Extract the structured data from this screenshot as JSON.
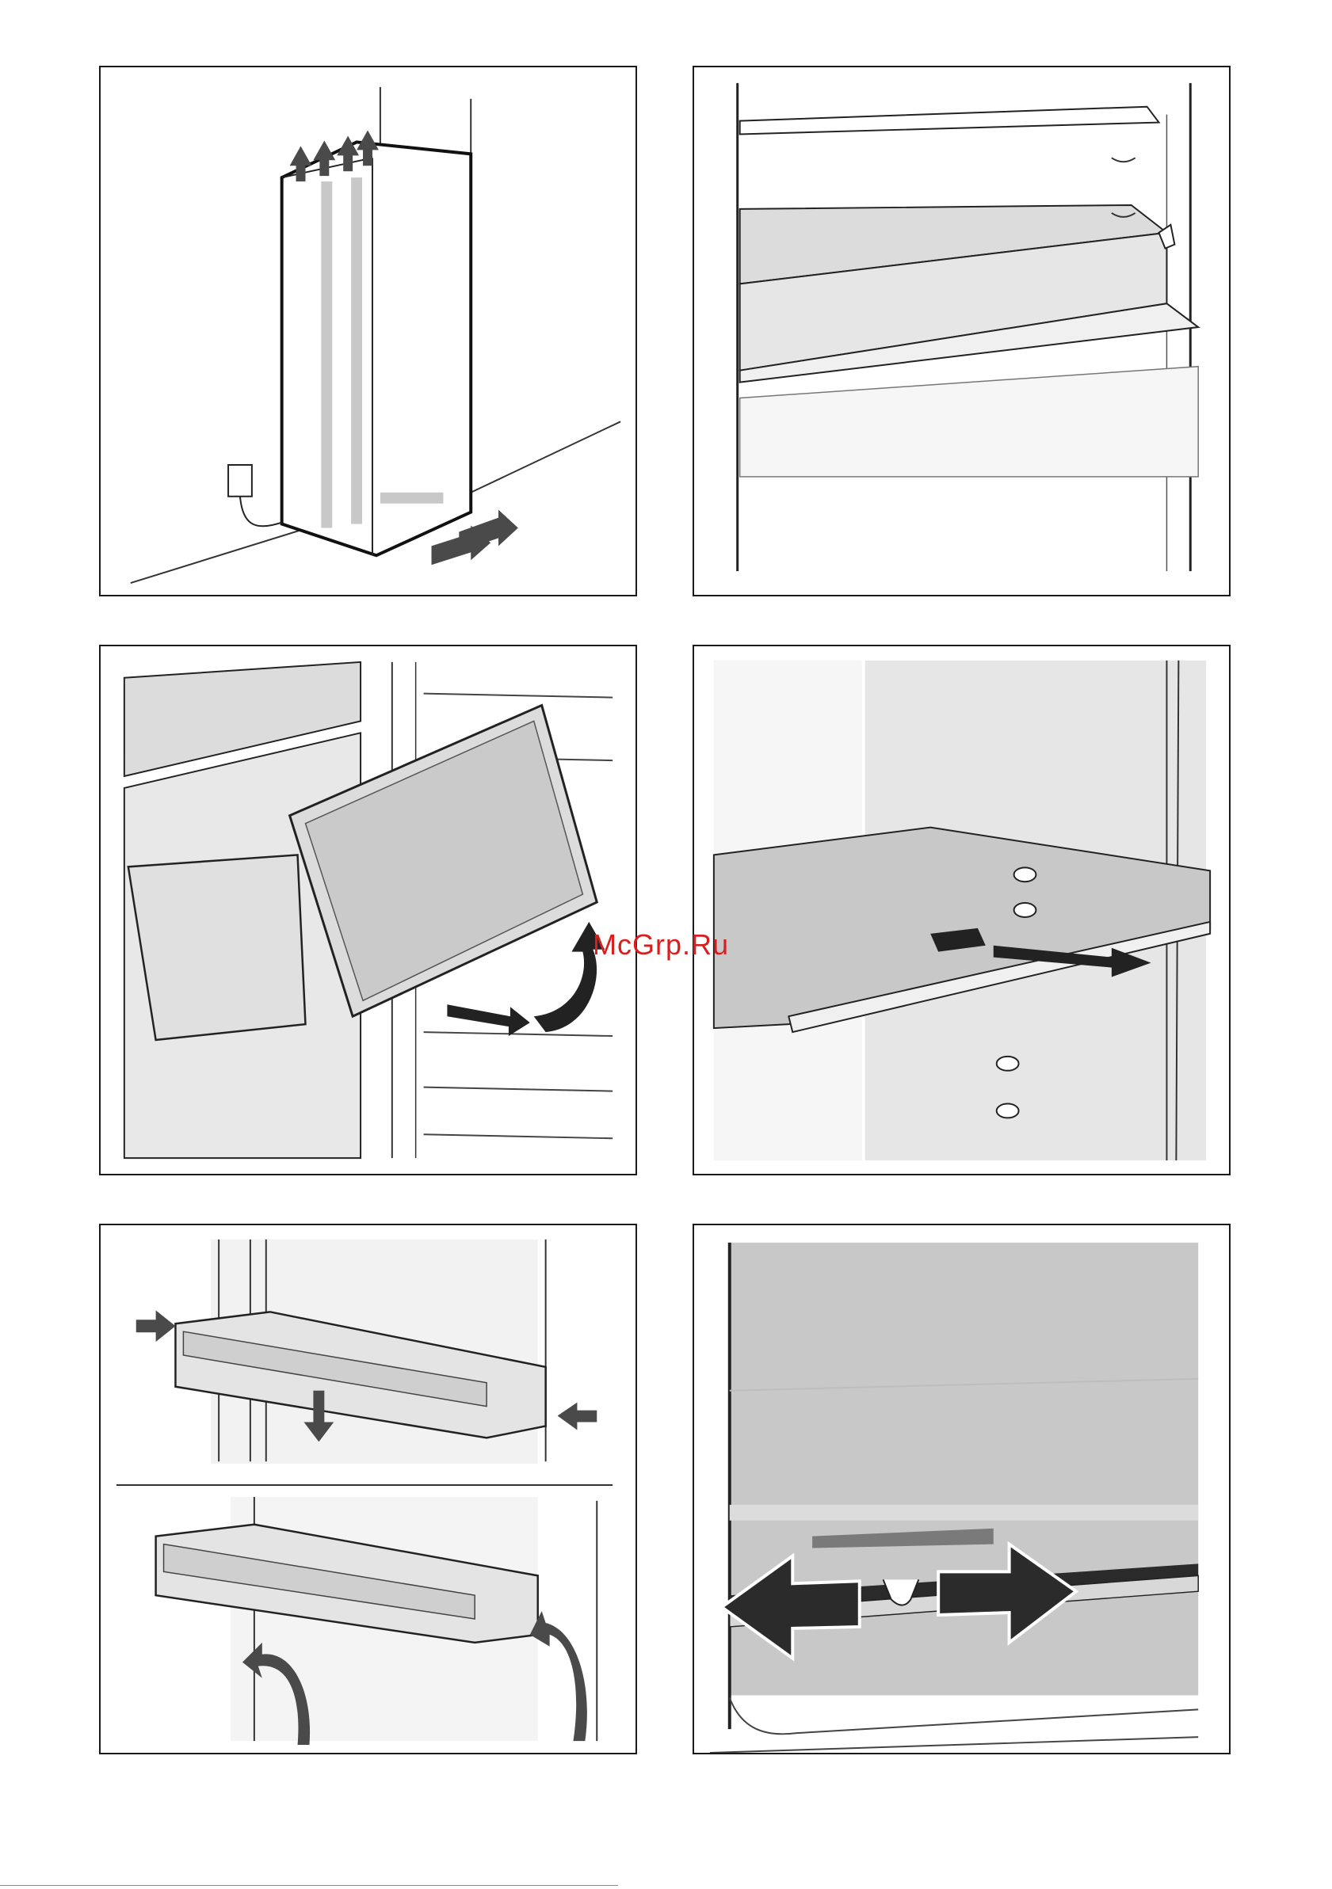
{
  "watermark": "McGrp.Ru",
  "colors": {
    "frame": "#1a1a1a",
    "arrow_dark": "#4a4a4a",
    "arrow_light": "#c8c8c8",
    "panel_gray": "#dcdcdc",
    "panel_dark_gray": "#bcbcbc",
    "watermark_red": "#d81e1e"
  },
  "figures": [
    {
      "id": "fig-ventilation",
      "icon": "airflow-arrows-icon"
    },
    {
      "id": "fig-shelf-with-drawer",
      "icon": "shelf-icon"
    },
    {
      "id": "fig-drawer-removal",
      "icon": "drawer-pull-arrow-icon"
    },
    {
      "id": "fig-glass-shelf-removal",
      "icon": "shelf-slide-arrow-icon"
    },
    {
      "id": "fig-door-bin-removal",
      "icon": "door-bin-arrows-icon"
    },
    {
      "id": "fig-divider-slide",
      "icon": "double-arrow-icon"
    }
  ]
}
